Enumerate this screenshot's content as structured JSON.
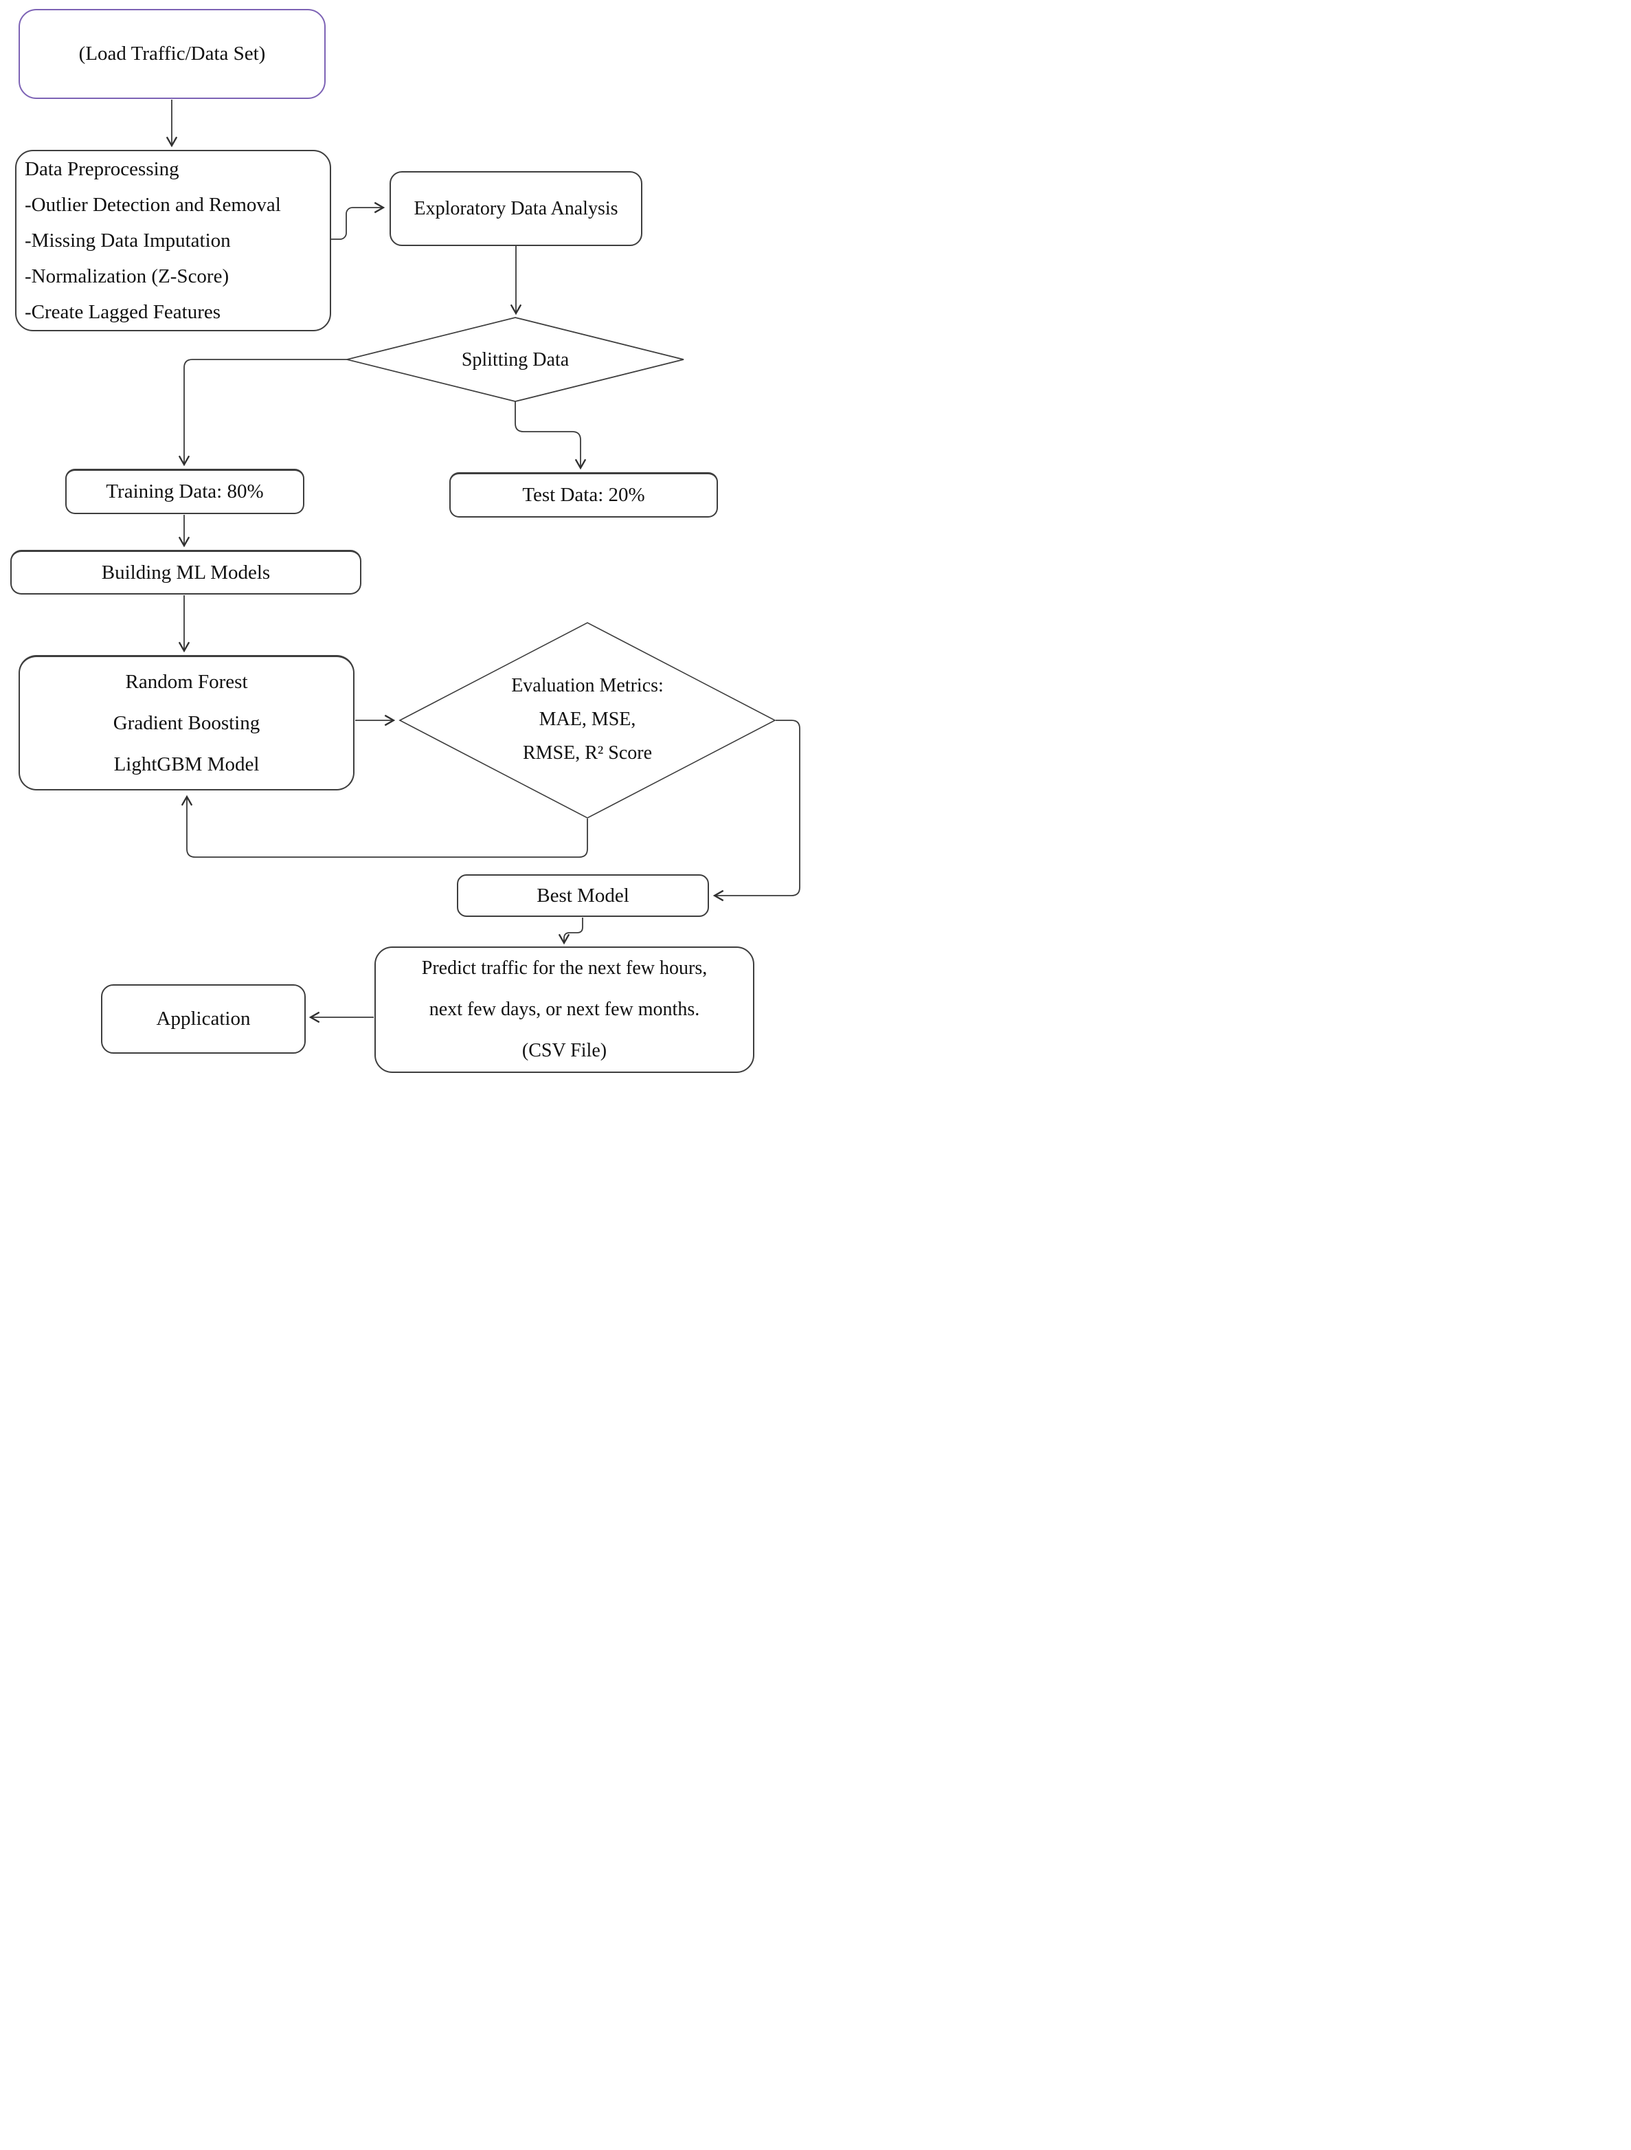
{
  "diagram": {
    "title": "Traffic prediction machine learning workflow flowchart",
    "colors": {
      "accent_purple": "#7d63b5",
      "line_color": "#3a3a3a",
      "text_color": "#111111",
      "background": "#ffffff"
    },
    "nodes": {
      "load": {
        "label": "(Load Traffic/Data Set)"
      },
      "preprocessing": {
        "lines": [
          "Data Preprocessing",
          "-Outlier Detection and Removal",
          "-Missing Data Imputation",
          "-Normalization (Z-Score)",
          "-Create Lagged Features"
        ]
      },
      "eda": {
        "label": "Exploratory Data Analysis"
      },
      "splitting": {
        "label": "Splitting Data"
      },
      "training": {
        "label": "Training Data: 80%"
      },
      "test": {
        "label": "Test Data: 20%"
      },
      "building": {
        "label": "Building ML Models"
      },
      "models": {
        "lines": [
          "Random Forest",
          "Gradient Boosting",
          "LightGBM Model"
        ]
      },
      "evaluation": {
        "lines": [
          "Evaluation Metrics:",
          "MAE, MSE,",
          "RMSE, R² Score"
        ]
      },
      "best": {
        "label": "Best Model"
      },
      "predict": {
        "lines": [
          "Predict traffic for the next few hours,",
          "next few days, or next few months.",
          "(CSV File)"
        ]
      },
      "application": {
        "label": "Application"
      }
    }
  }
}
